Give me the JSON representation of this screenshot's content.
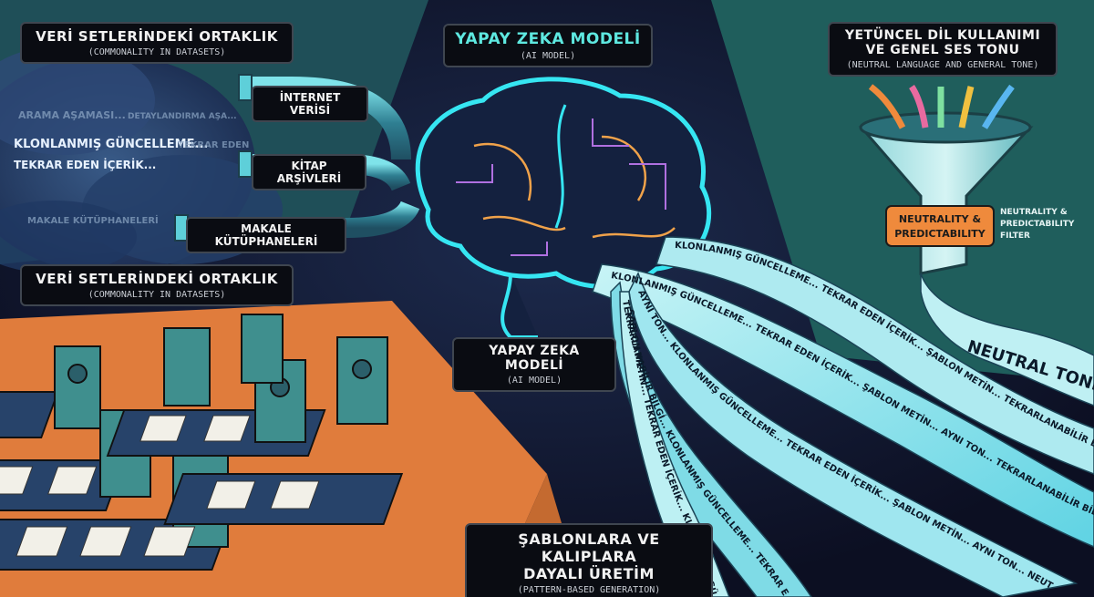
{
  "labels": {
    "datasets_top": {
      "main": "VERİ SETLERİNDEKİ ORTAKLIK",
      "sub": "(COMMONALITY IN DATASETS)"
    },
    "datasets_bottom": {
      "main": "VERİ SETLERİNDEKİ ORTAKLIK",
      "sub": "(COMMONALITY IN DATASETS)"
    },
    "ai_model_top": {
      "main": "YAPAY ZEKA MODELİ",
      "sub": "(AI MODEL)"
    },
    "ai_model_mid": {
      "main": "YAPAY ZEKA MODELİ",
      "sub": "(AI MODEL)"
    },
    "neutral_language": {
      "main_line1": "YETÜNCEL DİL KULLANIMI",
      "main_line2": "VE GENEL SES TONU",
      "sub": "(NEUTRAL LANGUAGE AND GENERAL TONE)"
    },
    "pattern_generation": {
      "main_line1": "ŞABLONLARA VE KALIPLARA",
      "main_line2": "DAYALI ÜRETİM",
      "sub": "(PATTERN-BASED GENERATION)"
    }
  },
  "pipes": [
    {
      "label": "İNTERNET VERİSİ"
    },
    {
      "label": "KİTAP ARŞİVLERİ"
    },
    {
      "label": "MAKALE KÜTÜPHANELERİ"
    }
  ],
  "cloud_phrases": [
    "ARAMA AŞAMASI...",
    "DETAYLANDIRMA AŞA...",
    "KLONLANMIŞ GÜNCELLEME...",
    "TEKRAR EDEN",
    "TEKRAR EDEN İÇERİK...",
    "MAKALE KÜTÜPHANELERİ"
  ],
  "filter": {
    "band_line1": "NEUTRALITY &",
    "band_line2": "PREDICTABILITY",
    "side_line1": "NEUTRALITY &",
    "side_line2": "PREDICTABILITY",
    "side_line3": "FILTER"
  },
  "neutral_tone_stream": "NEUTRAL TONE",
  "flow_phrases": {
    "a": "KLONLANMIŞ GÜNCELLEME... TEKRAR EDEN İÇERİK... ŞABLON METİN... TEKRARLANABİLİR BİLGİ... AYNI TON... NEUTRAL TONE",
    "b": "KLONLANMIŞ GÜNCELLEME... TEKRAR EDEN İÇERİK... ŞABLON METİN... AYNI TON... TEKRARLANABİLİR BİLGİ...",
    "c": "AYNI TON... KLONLANMIŞ GÜNCELLEME... TEKRAR EDEN İÇERİK... ŞABLON METİN... AYNI TON... NEUTRAL TONE",
    "d": "TEKRARLANABİLİR BİLGİ... KLONLANMIŞ GÜNCELLEME... TEKRAR EDEN İÇERİK... AYNI TON... ŞABLON METİN...",
    "e": "ŞABLON METİN... TEKRAR EDEN İÇERİK... KLONLANMIŞ GÜNCELLEME... AYNI TON... TEKRARLANABİLİR BİLGİ..."
  },
  "colors": {
    "brain_glow": "#36e6f2",
    "stream": "#9fe6ef",
    "factory_floor": "#e07c3c",
    "filter_band": "#ef8a3c",
    "teal_panel": "#1f5e5c",
    "title_teal": "#5ee8e0"
  }
}
